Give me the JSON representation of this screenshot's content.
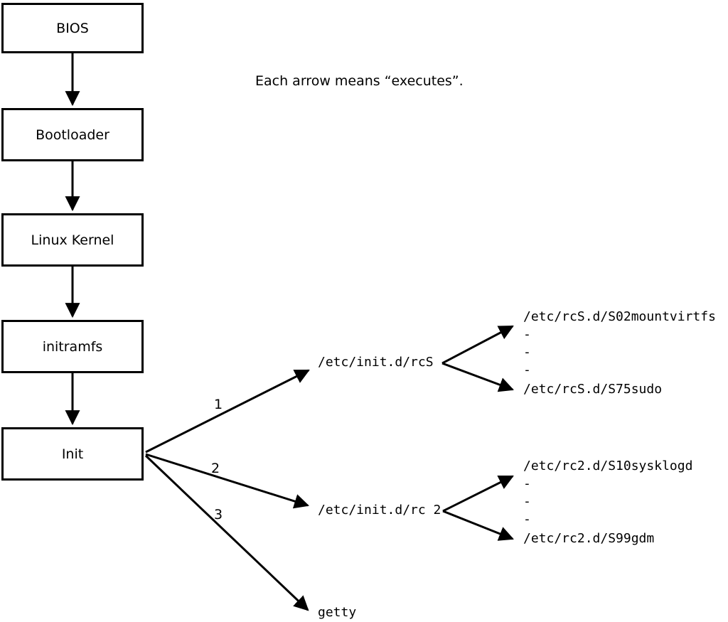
{
  "note": "Each arrow means “executes”.",
  "boxes": [
    {
      "label": "BIOS"
    },
    {
      "label": "Bootloader"
    },
    {
      "label": "Linux Kernel"
    },
    {
      "label": "initramfs"
    },
    {
      "label": "Init"
    }
  ],
  "fanout": [
    {
      "number": "1",
      "target": "/etc/init.d/rcS",
      "children": [
        "/etc/rcS.d/S02mountvirtfs",
        "-",
        "-",
        "-",
        "/etc/rcS.d/S75sudo"
      ]
    },
    {
      "number": "2",
      "target": "/etc/init.d/rc 2",
      "children": [
        "/etc/rc2.d/S10sysklogd",
        "-",
        "-",
        "-",
        "/etc/rc2.d/S99gdm"
      ]
    },
    {
      "number": "3",
      "target": "getty"
    }
  ]
}
